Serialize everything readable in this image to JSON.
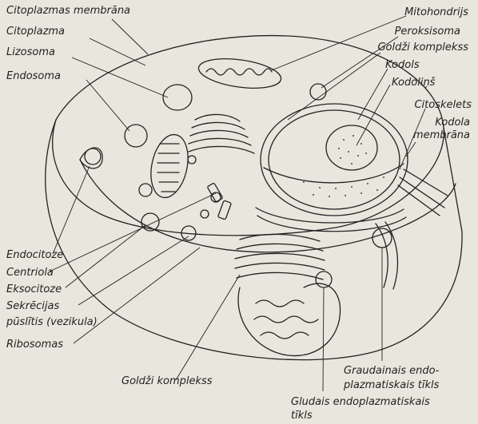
{
  "labels": {
    "citoplazmas_membrana": "Citoplazmas membrāna",
    "citoplazma": "Citoplazma",
    "lizosoma": "Lizosoma",
    "endosoma": "Endosoma",
    "mitohondrijs": "Mitohondrijs",
    "peroksisoma": "Peroksisoma",
    "goldzi_komplekss_top": "Goldži komplekss",
    "kodols": "Kodols",
    "kodolins": "Kodoliņš",
    "citoskelets": "Citoskelets",
    "kodola_membrana_1": "Kodola",
    "kodola_membrana_2": "membrāna",
    "endocitoze": "Endocitoze",
    "centriola": "Centriola",
    "eksocitoze": "Eksocitoze",
    "sekrecijas_1": "Sekrēcijas",
    "sekrecijas_2": "pūslītis (vezikula)",
    "ribosomas": "Ribosomas",
    "goldzi_komplekss_bottom": "Goldži komplekss",
    "graudainais_1": "Graudainais endo-",
    "graudainais_2": "plazmatiskais tīkls",
    "gludais_1": "Gludais endoplazmatiskais",
    "gludais_2": "tīkls"
  },
  "colors": {
    "paper": "#e9e6dd",
    "ink": "#222222"
  }
}
